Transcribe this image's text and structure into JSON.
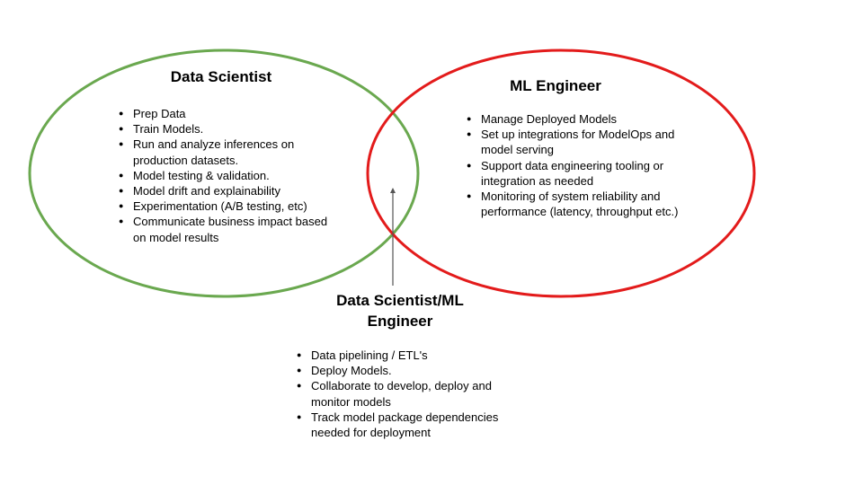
{
  "colors": {
    "data_scientist_circle": "#6aa84f",
    "ml_engineer_circle": "#e31b1b",
    "arrow": "#555555",
    "text": "#000000"
  },
  "data_scientist": {
    "title": "Data Scientist",
    "items": [
      "Prep Data",
      "Train Models.",
      "Run and analyze inferences on production datasets.",
      "Model testing & validation.",
      "Model drift and explainability",
      "Experimentation (A/B testing, etc)",
      "Communicate business impact based on model results"
    ]
  },
  "ml_engineer": {
    "title": "ML Engineer",
    "items": [
      "Manage Deployed Models",
      "Set up integrations for ModelOps and model serving",
      "Support data engineering tooling or integration as needed",
      "Monitoring of system reliability and performance (latency, throughput etc.)"
    ]
  },
  "shared": {
    "title": "Data Scientist/ML Engineer",
    "items": [
      "Data pipelining / ETL's",
      "Deploy Models.",
      "Collaborate to develop, deploy and monitor models",
      "Track model package dependencies needed for deployment"
    ]
  }
}
